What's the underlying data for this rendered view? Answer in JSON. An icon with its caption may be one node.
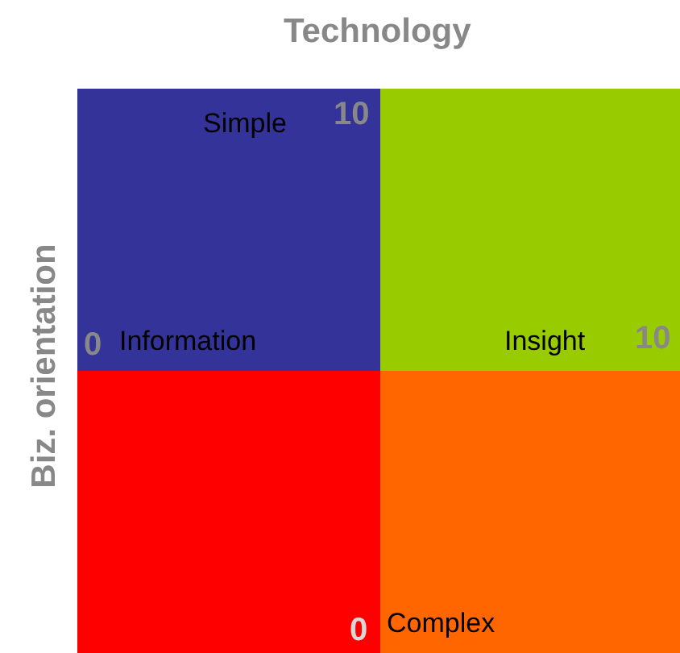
{
  "diagram": {
    "nodes": [
      {
        "text": [
          "Simple",
          "Information"
        ]
      },
      {
        "text": [
          "Insight"
        ]
      },
      {
        "text": [],
        "shape": "box"
      },
      {
        "text": [
          "Complex"
        ]
      }
    ],
    "labels": [
      "Technology",
      "Biz. orientation",
      "10",
      "0",
      "10",
      "0"
    ]
  }
}
